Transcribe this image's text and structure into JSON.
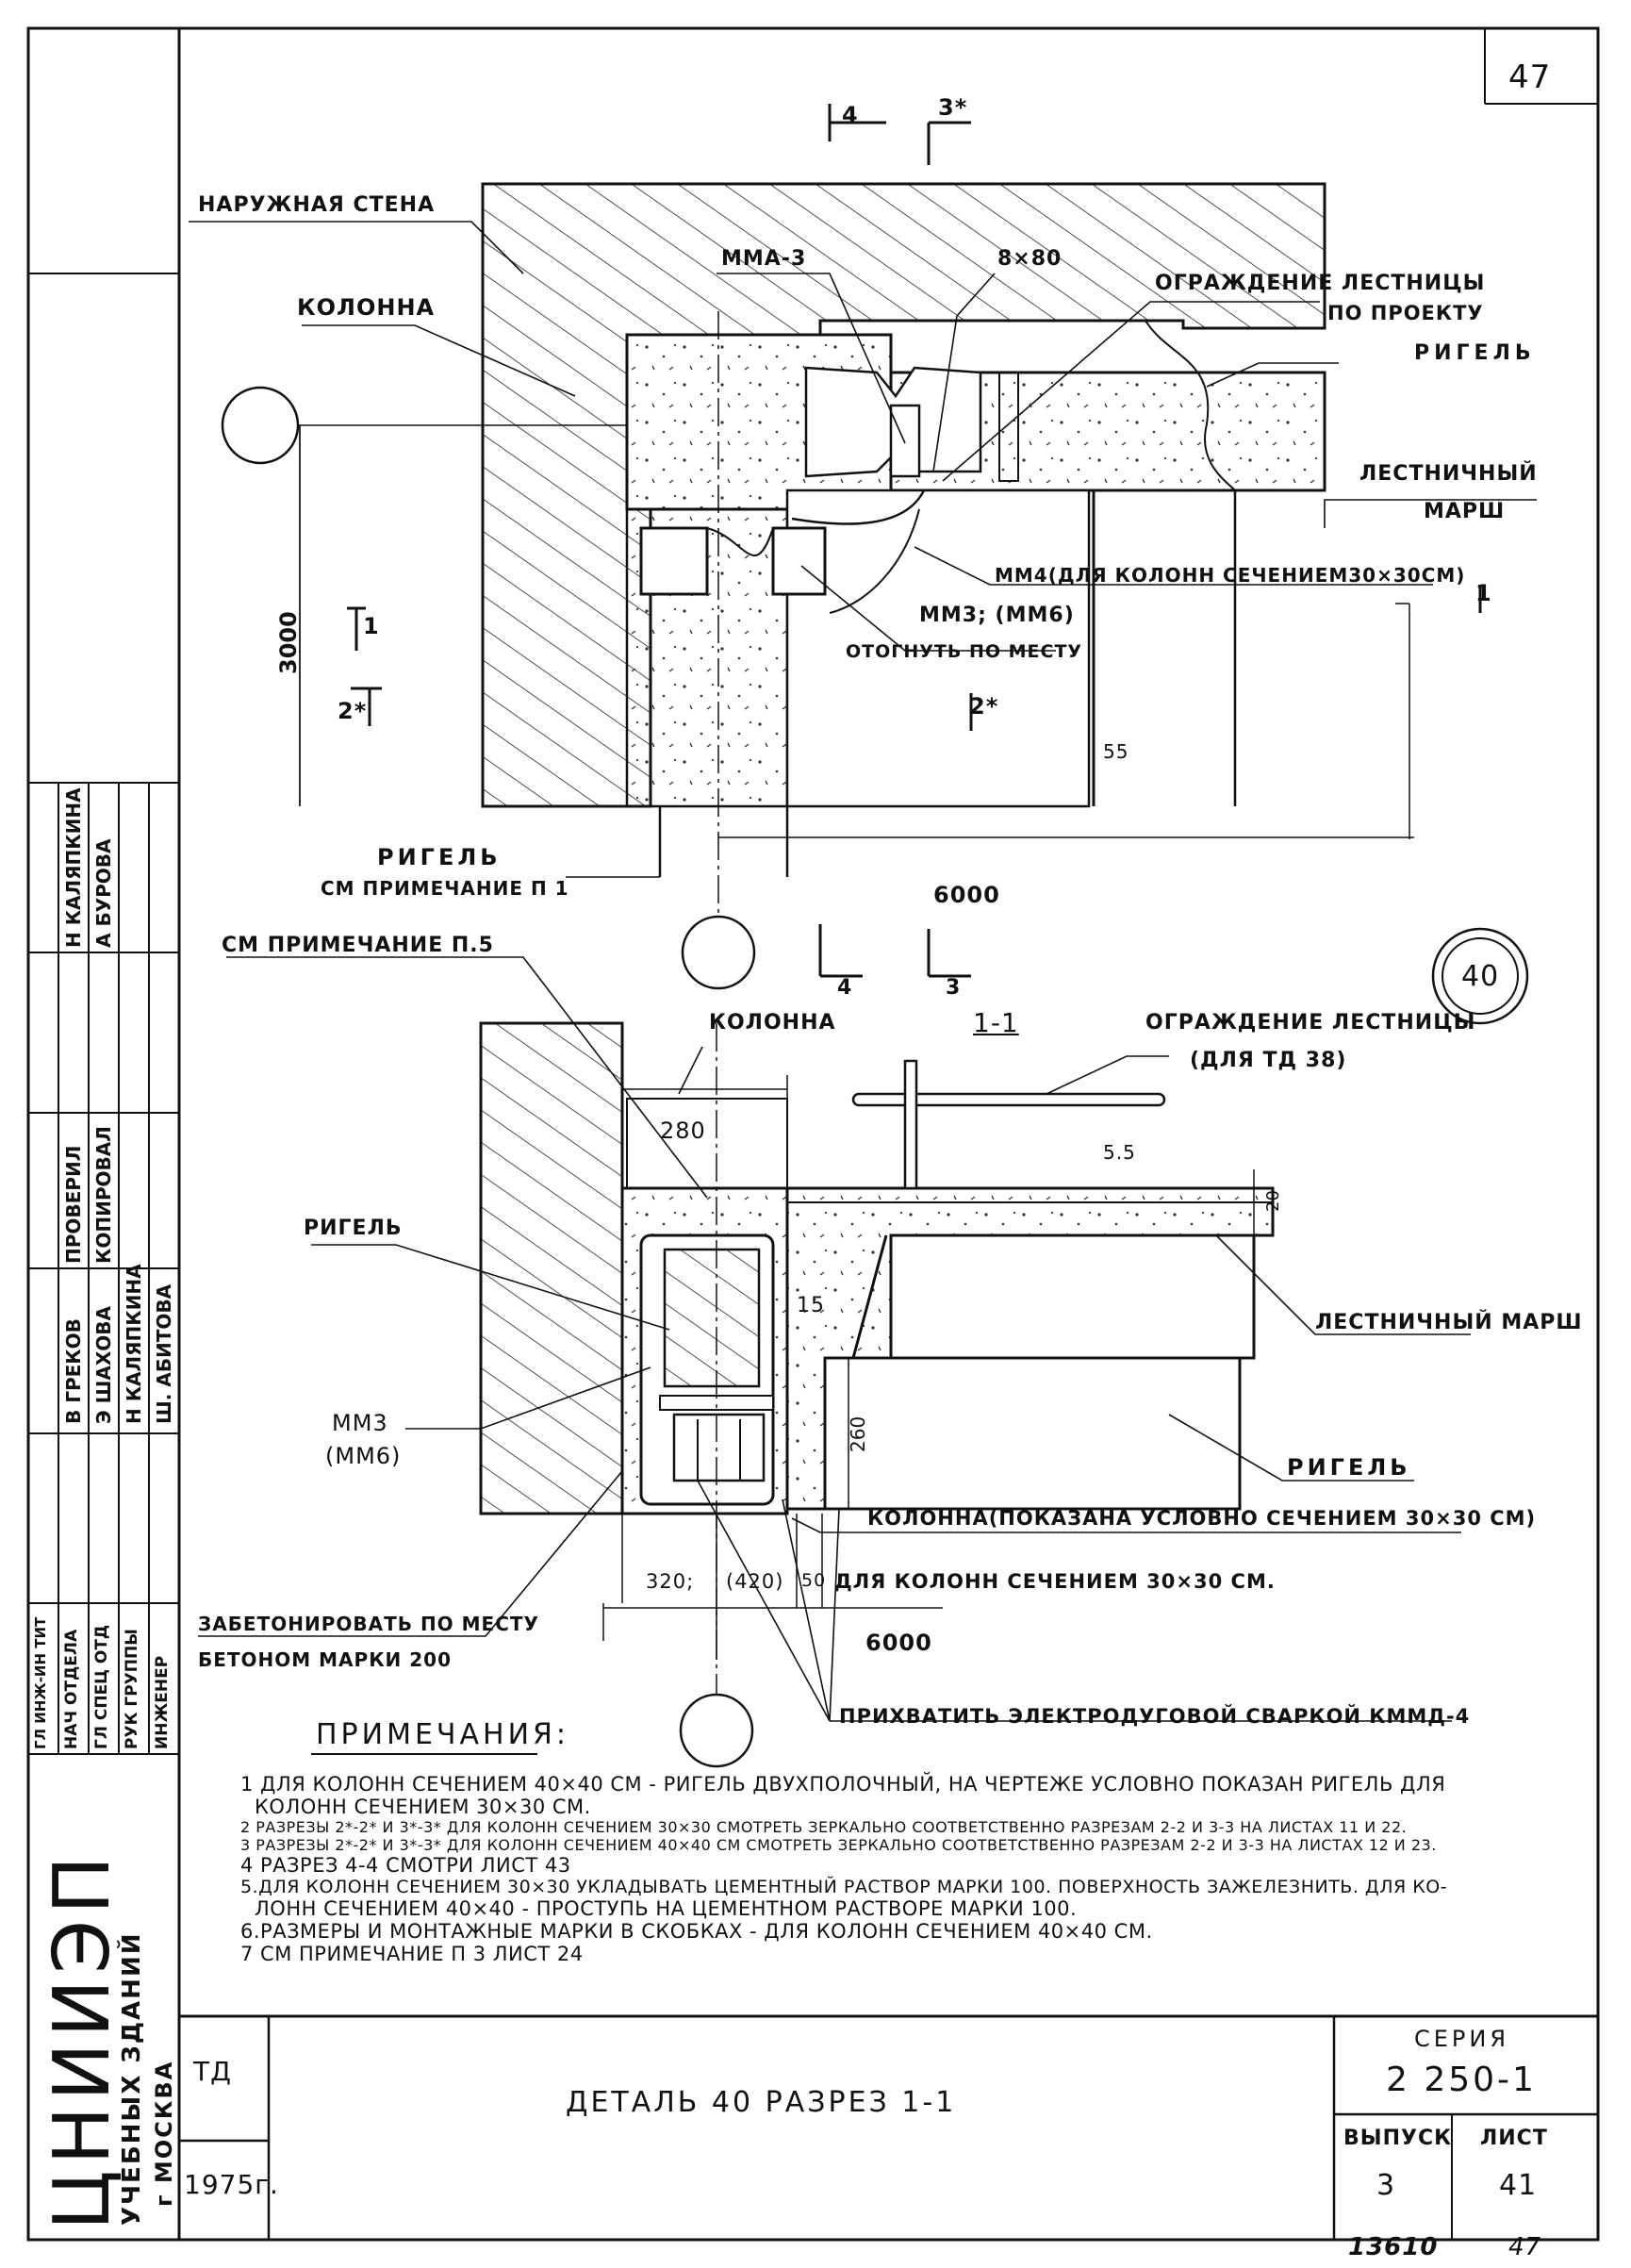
{
  "sheet_number_top": "47",
  "plan": {
    "section_marks": {
      "top_4": "4",
      "top_3": "3*",
      "bottom_4": "4",
      "bottom_3": "3",
      "left_1": "1",
      "left_2": "2*",
      "right_1": "1",
      "mid_2": "2*"
    },
    "labels": {
      "outer_wall": "НАРУЖНАЯ СТЕНА",
      "column": "КОЛОННА",
      "mma3": "ММА-3",
      "weld": "8×80",
      "railing": "ОГРАЖДЕНИЕ ЛЕСТНИЦЫ",
      "railing_2": "ПО ПРОЕКТУ",
      "crossbar": "РИГЕЛЬ",
      "stair_flight": "ЛЕСТНИЧНЫЙ",
      "stair_flight_2": "МАРШ",
      "mm4": "ММ4(ДЛЯ КОЛОНН СЕЧЕНИЕМ30×30СМ)",
      "mm3_mm6": "ММ3; (ММ6)",
      "bend": "ОТОГНУТЬ ПО МЕСТУ",
      "dim_55": "55",
      "dim_3000": "3000",
      "dim_6000": "6000",
      "bottom_crossbar": "РИГЕЛЬ",
      "bottom_crossbar_note": "СМ ПРИМЕЧАНИЕ П 1"
    }
  },
  "detail_circle": "40",
  "section": {
    "title": "1-1",
    "labels": {
      "see_note5": "СМ ПРИМЕЧАНИЕ П.5",
      "column": "КОЛОННА",
      "railing": "ОГРАЖДЕНИЕ ЛЕСТНИЦЫ",
      "railing_2": "(ДЛЯ ТД 38)",
      "dim_280": "280",
      "dim_55": "5.5",
      "dim_20": "20",
      "crossbar_left": "РИГЕЛЬ",
      "dim_15": "15",
      "stair_flight": "ЛЕСТНИЧНЫЙ МАРШ",
      "dim_260": "260",
      "mm3": "ММ3",
      "mm6": "(ММ6)",
      "crossbar_right": "РИГЕЛЬ",
      "column_note": "КОЛОННА(ПОКАЗАНА УСЛОВНО СЕЧЕНИЕМ 30×30 СМ)",
      "dim_320": "320;",
      "dim_420": "(420)",
      "dim_50": "50",
      "column_note_2": "ДЛЯ КОЛОНН СЕЧЕНИЕМ 30×30 СМ.",
      "concrete": "ЗАБЕТОНИРОВАТЬ ПО МЕСТУ",
      "concrete_2": "БЕТОНОМ МАРКИ 200",
      "dim_6000": "6000",
      "weld_note": "ПРИХВАТИТЬ ЭЛЕКТРОДУГОВОЙ СВАРКОЙ КММД-4"
    }
  },
  "notes": {
    "heading": "ПРИМЕЧАНИЯ:",
    "lines": [
      "1 ДЛЯ КОЛОНН СЕЧЕНИЕМ 40×40 СМ - РИГЕЛЬ ДВУХПОЛОЧНЫЙ, НА ЧЕРТЕЖЕ УСЛОВНО ПОКАЗАН РИГЕЛЬ ДЛЯ",
      "КОЛОНН СЕЧЕНИЕМ 30×30 СМ.",
      "2 РАЗРЕЗЫ 2*-2* И 3*-3* ДЛЯ КОЛОНН СЕЧЕНИЕМ 30×30 СМОТРЕТЬ ЗЕРКАЛЬНО СООТВЕТСТВЕННО РАЗРЕЗАМ 2-2 И 3-3 НА ЛИСТАХ 11 И 22.",
      "3 РАЗРЕЗЫ 2*-2* И 3*-3* ДЛЯ КОЛОНН СЕЧЕНИЕМ 40×40 СМ СМОТРЕТЬ ЗЕРКАЛЬНО СООТВЕТСТВЕННО РАЗРЕЗАМ 2-2 И 3-3 НА ЛИСТАХ 12 И 23.",
      "4 РАЗРЕЗ 4-4 СМОТРИ ЛИСТ 43",
      "5.ДЛЯ КОЛОНН СЕЧЕНИЕМ 30×30 УКЛАДЫВАТЬ ЦЕМЕНТНЫЙ РАСТВОР МАРКИ 100. ПОВЕРХНОСТЬ ЗАЖЕЛЕЗНИТЬ. ДЛЯ КО-",
      "ЛОНН СЕЧЕНИЕМ 40×40 - ПРОСТУПЬ НА ЦЕМЕНТНОМ РАСТВОРЕ МАРКИ 100.",
      "6.РАЗМЕРЫ И МОНТАЖНЫЕ МАРКИ В СКОБКАХ - ДЛЯ КОЛОНН СЕЧЕНИЕМ 40×40 СМ.",
      "7 СМ ПРИМЕЧАНИЕ П 3 ЛИСТ 24"
    ]
  },
  "title_block": {
    "td": "ТД",
    "year": "1975г.",
    "title": "ДЕТАЛЬ 40 РАЗРЕЗ 1-1",
    "series_label": "СЕРИЯ",
    "series_value": "2 250-1",
    "issue_label": "ВЫПУСК",
    "issue_value": "3",
    "sheet_label": "ЛИСТ",
    "sheet_value": "41",
    "bottom_num_1": "13610",
    "bottom_num_2": "47"
  },
  "side_stamp": {
    "org": "ЦНИИЭП",
    "org_sub": "УЧЕБНЫХ ЗДАНИЙ",
    "org_city": "г МОСКВА",
    "roles": [
      "ГЛ ИНЖ-ИН ТИТ",
      "НАЧ ОТДЕЛА",
      "ГЛ СПЕЦ ОТД",
      "РУК ГРУППЫ",
      "ИНЖЕНЕР"
    ],
    "names_1": [
      "В ГРЕКОВ",
      "Э ШАХОВА",
      "Н КАЛЯПКИНА",
      "Ш. АБИТОВА"
    ],
    "checked_label": "ПРОВЕРИЛ",
    "copied_label": "КОПИРОВАЛ",
    "names_2": [
      "Н КАЛЯПКИНА",
      "А БУРОВА"
    ]
  }
}
